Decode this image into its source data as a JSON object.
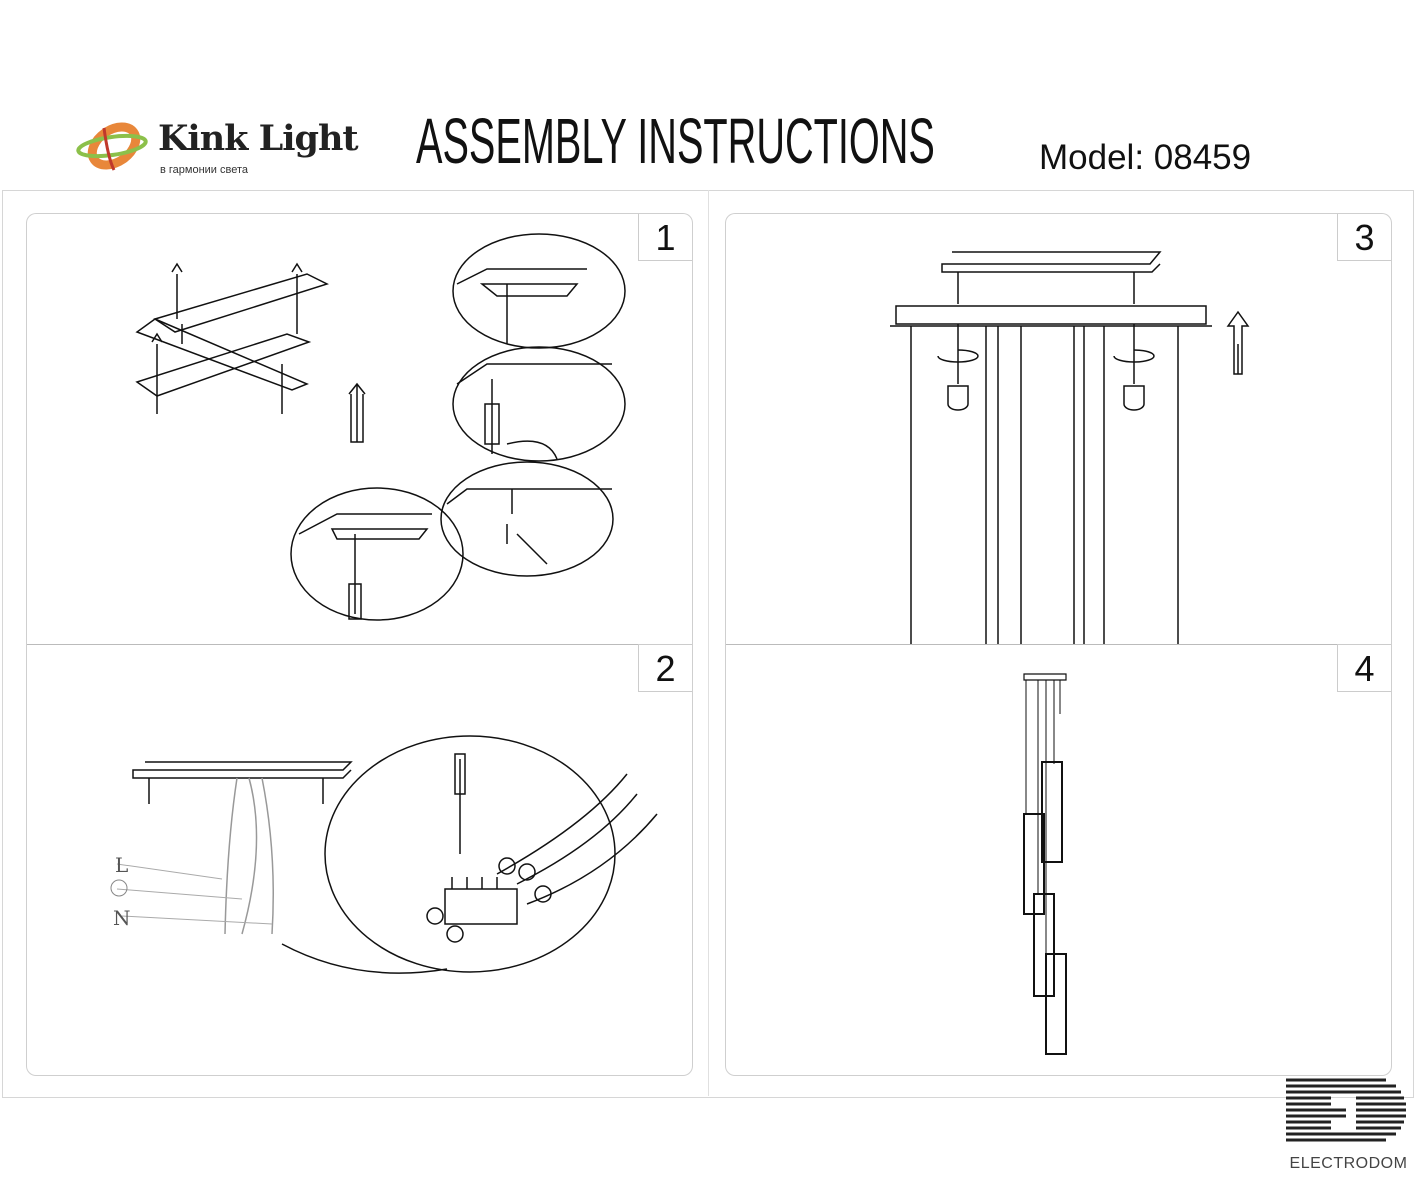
{
  "header": {
    "brand_name": "Kink Light",
    "brand_tagline": "в гармонии света",
    "title": "ASSEMBLY INSTRUCTIONS",
    "model": "Model: 08459"
  },
  "steps": [
    {
      "number": "1"
    },
    {
      "number": "2",
      "wire_labels": [
        "L",
        "N"
      ]
    },
    {
      "number": "3"
    },
    {
      "number": "4"
    }
  ],
  "watermark": {
    "name": "ELECTRODOM"
  },
  "colors": {
    "logo_orange": "#e8873a",
    "logo_green": "#8cc04a",
    "logo_red": "#c0392b"
  }
}
